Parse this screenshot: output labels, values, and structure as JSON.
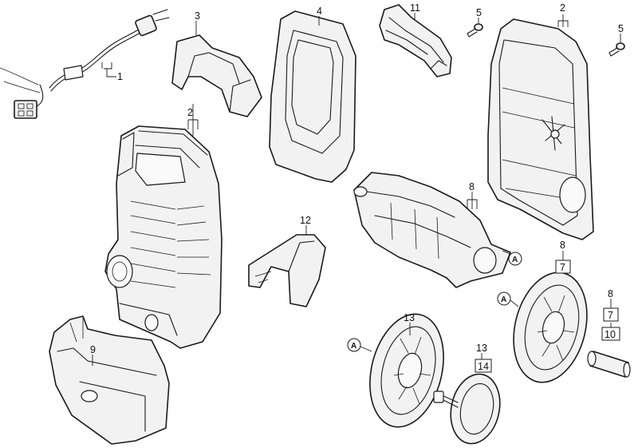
{
  "callouts": {
    "c1": "1",
    "c2_left": "2",
    "c2_right": "2",
    "c3": "3",
    "c4": "4",
    "c5_left": "5",
    "c5_right": "5",
    "c7_upper": "7",
    "c7_lower": "7",
    "c8_frame": "8",
    "c8_wheel": "8",
    "c8_axle": "8",
    "c9": "9",
    "c10": "10",
    "c11": "11",
    "c12": "12",
    "c13_wheel": "13",
    "c13_cap": "13",
    "c14": "14"
  },
  "ref_marks": {
    "a_frame": "A",
    "a_wheel_right": "A",
    "a_wheel_left": "A"
  }
}
